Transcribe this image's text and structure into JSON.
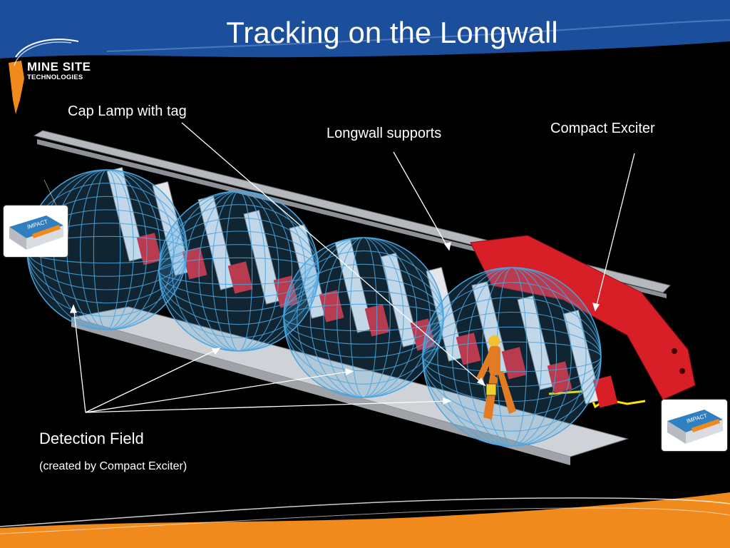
{
  "title": "Tracking on the Longwall",
  "logo": {
    "line1": "MINE SITE",
    "line2": "TECHNOLOGIES"
  },
  "labels": {
    "cap_lamp": "Cap Lamp with tag",
    "supports": "Longwall supports",
    "exciter": "Compact Exciter",
    "detection_field": "Detection Field",
    "detection_sub": "(created by Compact Exciter)"
  },
  "device_brand": "IMPACT",
  "colors": {
    "header_blue": "#1b4f9c",
    "accent_orange": "#f08a1c",
    "field_blue": "#4aa6e0",
    "support_red": "#d81e27",
    "signal_yellow": "#ffe100"
  }
}
